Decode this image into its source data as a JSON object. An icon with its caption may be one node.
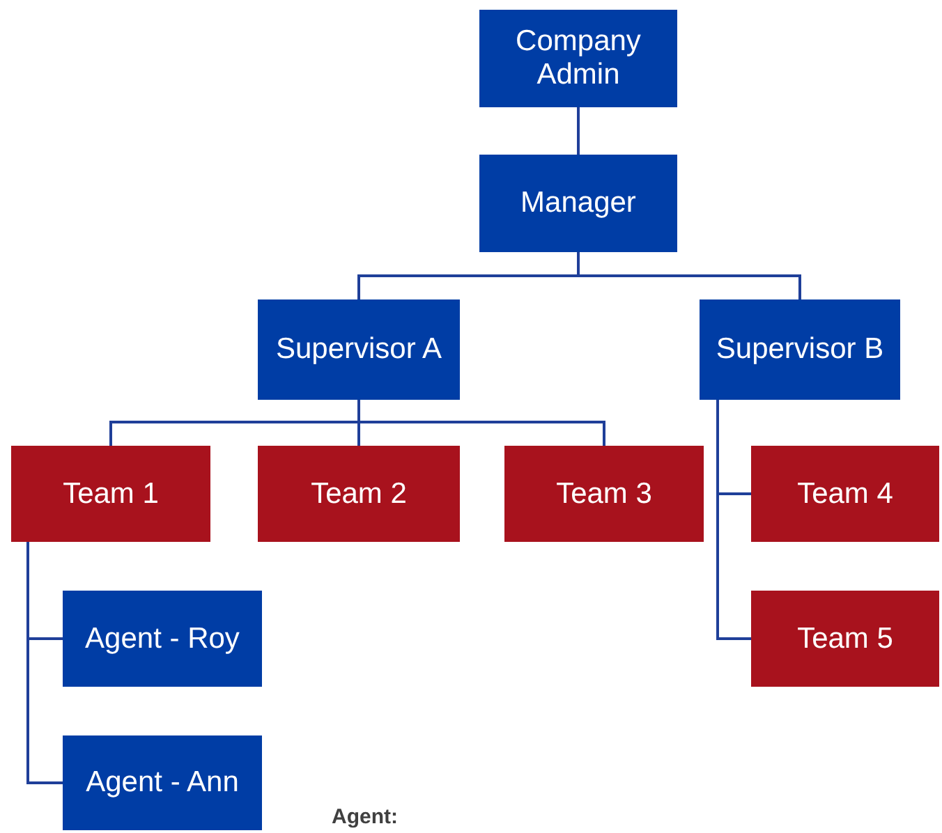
{
  "diagram": {
    "nodes": [
      {
        "text": [
          "Company Admin"
        ]
      },
      {
        "text": [
          "Manager"
        ]
      },
      {
        "text": [
          "Supervisor A"
        ]
      },
      {
        "text": [
          "Supervisor B"
        ]
      },
      {
        "text": [
          "Team 1"
        ]
      },
      {
        "text": [
          "Team 2"
        ]
      },
      {
        "text": [
          "Team 3"
        ]
      },
      {
        "text": [
          "Team 4"
        ]
      },
      {
        "text": [
          "Team 5"
        ]
      },
      {
        "text": [
          "Agent - Roy"
        ]
      },
      {
        "text": [
          "Agent - Ann"
        ]
      }
    ],
    "edges": [
      {
        "from": 0,
        "to": 1,
        "arrow": "none"
      },
      {
        "from": 1,
        "to": 2,
        "arrow": "none"
      },
      {
        "from": 1,
        "to": 3,
        "arrow": "none"
      },
      {
        "from": 2,
        "to": 4,
        "arrow": "none"
      },
      {
        "from": 2,
        "to": 5,
        "arrow": "none"
      },
      {
        "from": 2,
        "to": 6,
        "arrow": "none"
      },
      {
        "from": 3,
        "to": 7,
        "arrow": "none"
      },
      {
        "from": 3,
        "to": 8,
        "arrow": "none"
      },
      {
        "from": 4,
        "to": 9,
        "arrow": "none"
      },
      {
        "from": 4,
        "to": 10,
        "arrow": "none"
      }
    ],
    "labels": [
      "Agent:"
    ]
  }
}
